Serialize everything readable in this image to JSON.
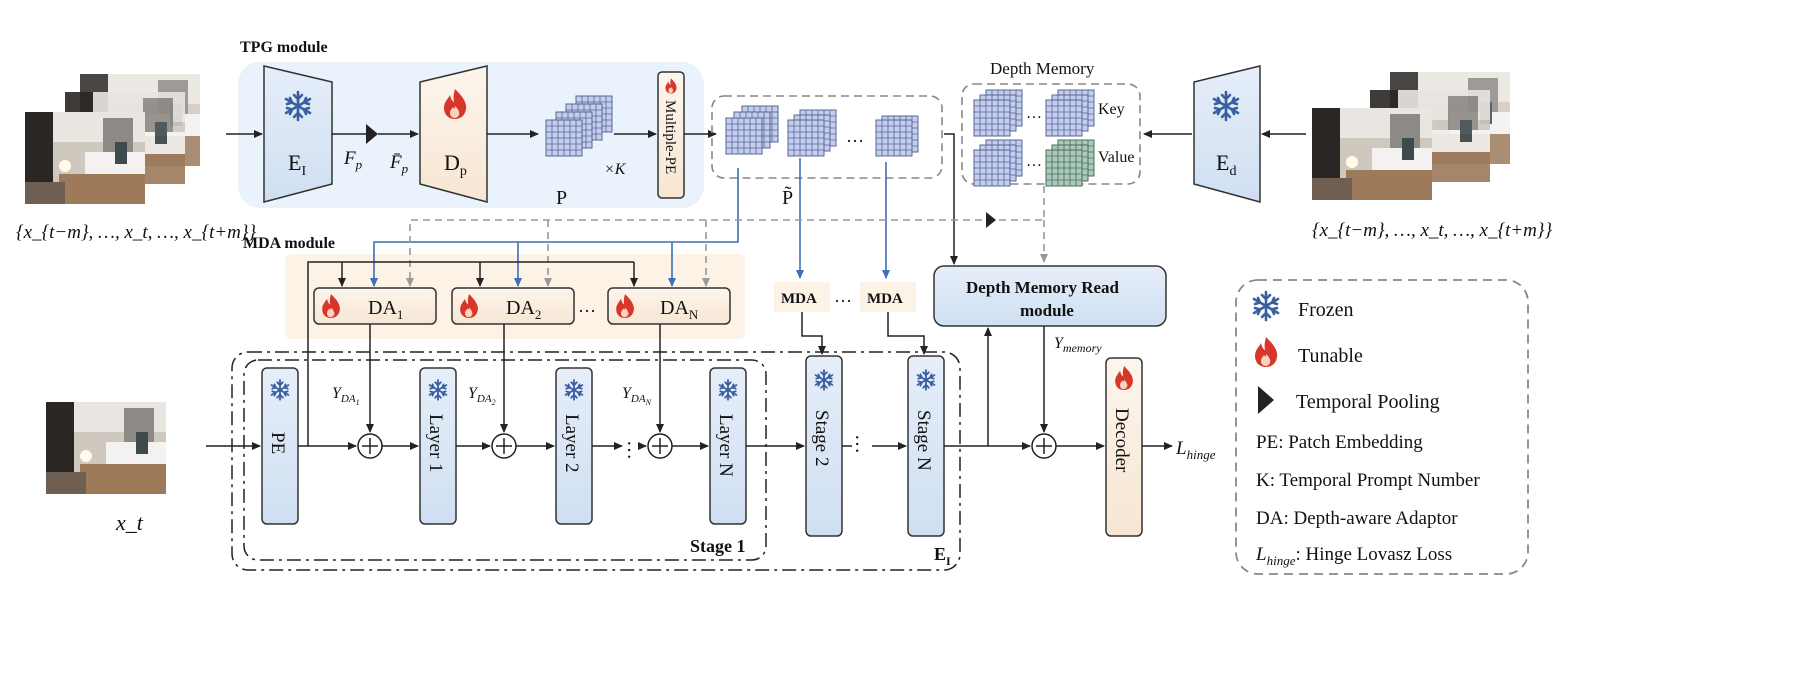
{
  "modules": {
    "tpg": "TPG module",
    "mda": "MDA module",
    "depth_memory": "Depth Memory",
    "depth_memory_read": [
      "Depth Memory Read",
      "module"
    ]
  },
  "inputs": {
    "clip_left": "{x_{t−m}, …, x_t, …, x_{t+m}}",
    "clip_right": "{x_{t−m}, …, x_t, …, x_{t+m}}",
    "frame": "x_t"
  },
  "encoders": {
    "image": {
      "main": "E",
      "sub": "I"
    },
    "depth": {
      "main": "E",
      "sub": "d"
    },
    "prompt_gen": {
      "main": "D",
      "sub": "p"
    }
  },
  "features": {
    "fp": "F",
    "fp_sub": "p",
    "fp_bar": "F̄",
    "fp_bar_sub": "p",
    "p": "P",
    "p_tilde": "P̃",
    "times_k": "×K",
    "multiple_pe": "Multiple-PE",
    "ellipsis": "…"
  },
  "memory": {
    "key": "Key",
    "value": "Value",
    "ellipsis": "…"
  },
  "adaptors": [
    {
      "main": "DA",
      "sub": "1"
    },
    {
      "main": "DA",
      "sub": "2"
    },
    {
      "main": "DA",
      "sub": "N"
    }
  ],
  "adaptor_outputs": [
    {
      "main": "Y",
      "sub": "DA",
      "subsub": "1"
    },
    {
      "main": "Y",
      "sub": "DA",
      "subsub": "2"
    },
    {
      "main": "Y",
      "sub": "DA",
      "subsub": "N"
    }
  ],
  "mda_blocks": [
    "MDA",
    "MDA"
  ],
  "backbone": {
    "pe": "PE",
    "layers": [
      "Layer 1",
      "Layer 2",
      "Layer N"
    ],
    "stages": [
      "Stage 2",
      "Stage N"
    ],
    "stage1_label": "Stage 1",
    "encoder_label": {
      "main": "E",
      "sub": "I"
    }
  },
  "y_memory": {
    "main": "Y",
    "sub": "memory"
  },
  "decoder": "Decoder",
  "loss": {
    "main": "L",
    "sub": "hinge"
  },
  "legend": {
    "frozen": "Frozen",
    "tunable": "Tunable",
    "pooling": "Temporal Pooling",
    "defs": [
      {
        "term": "PE",
        "text": ": Patch Embedding"
      },
      {
        "term": "K",
        "text": ": Temporal Prompt Number"
      },
      {
        "term": "DA",
        "text": ": Depth-aware Adaptor"
      }
    ],
    "loss_main": "L",
    "loss_sub": "hinge",
    "loss_text": ": Hinge Lovasz Loss"
  },
  "colors": {
    "frozen_fill": "#dbe7f5",
    "tunable_fill": "#fbefe2",
    "tpg_bg": "#eaf2fb",
    "mda_bg": "#fcf2e6",
    "blue_arrow": "#3b6fb6",
    "gray_arrow": "#999999",
    "snow": "#3a5fa0",
    "flame": "#d8362a",
    "grid_blue": "#b8c4ea",
    "grid_green": "#a8c8b8"
  }
}
